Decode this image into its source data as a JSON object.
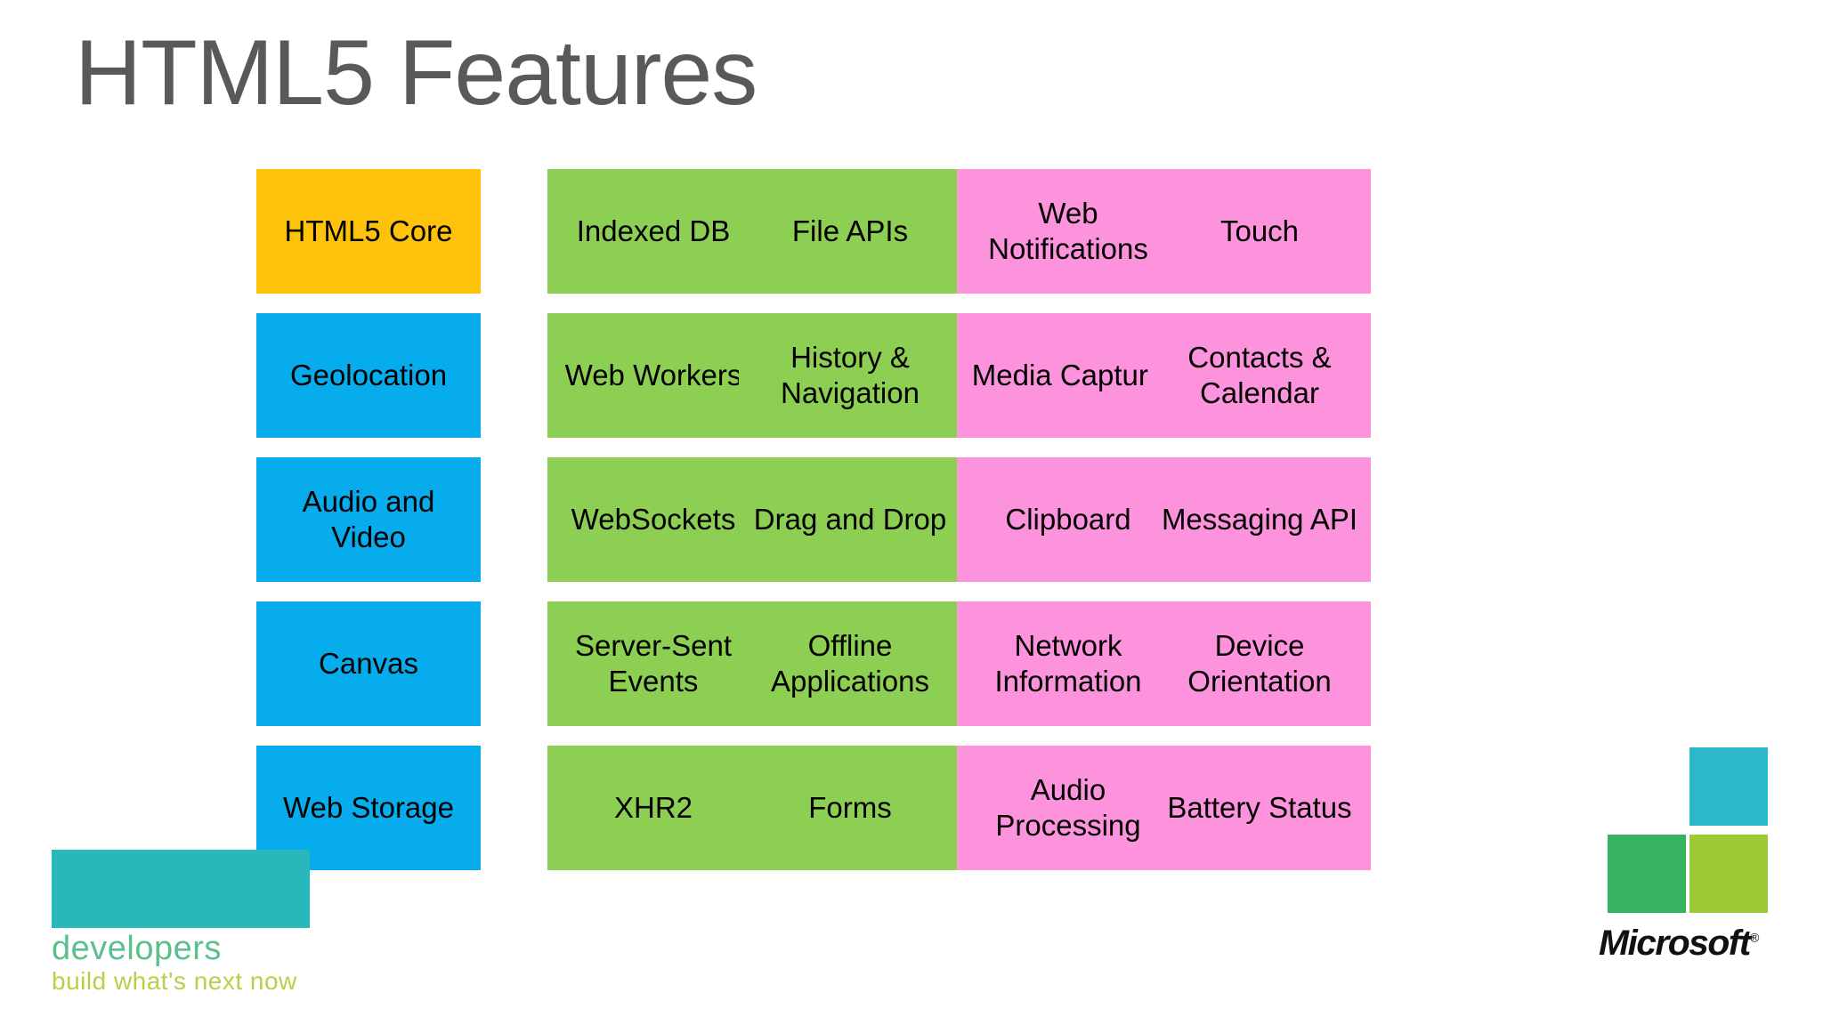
{
  "slide": {
    "title": "HTML5 Features"
  },
  "palette": {
    "orange": "#FFC20A",
    "blue": "#06ACEC",
    "green": "#8DCF52",
    "pink": "#FC93DC",
    "title_grey": "#595959",
    "background": "#FFFFFF",
    "teal": "#28B8BC",
    "developers_word_green": "#5BC08C",
    "developers_tag_lime": "#B9CF4A",
    "ms_teal": "#2BB9CA",
    "ms_green": "#35B35E",
    "ms_lime": "#9CC934"
  },
  "grid": {
    "columns": 5,
    "rows": 5,
    "tiles": [
      {
        "label": "HTML5 Core",
        "tone": "orange",
        "col": 1,
        "row": 1
      },
      {
        "label": "Geolocation",
        "tone": "blue",
        "col": 1,
        "row": 2
      },
      {
        "label": "Audio and\nVideo",
        "tone": "blue",
        "col": 1,
        "row": 3
      },
      {
        "label": "Canvas",
        "tone": "blue",
        "col": 1,
        "row": 4
      },
      {
        "label": "Web Storage",
        "tone": "blue",
        "col": 1,
        "row": 5
      },
      {
        "label": "Indexed DB",
        "tone": "green",
        "col": 2,
        "row": 1
      },
      {
        "label": "Web Workers",
        "tone": "green",
        "col": 2,
        "row": 2
      },
      {
        "label": "WebSockets",
        "tone": "green",
        "col": 2,
        "row": 3
      },
      {
        "label": "Server-Sent\nEvents",
        "tone": "green",
        "col": 2,
        "row": 4
      },
      {
        "label": "XHR2",
        "tone": "green",
        "col": 2,
        "row": 5
      },
      {
        "label": "File APIs",
        "tone": "green",
        "col": 3,
        "row": 1
      },
      {
        "label": "History &\nNavigation",
        "tone": "green",
        "col": 3,
        "row": 2
      },
      {
        "label": "Drag and Drop",
        "tone": "green",
        "col": 3,
        "row": 3
      },
      {
        "label": "Offline\nApplications",
        "tone": "green",
        "col": 3,
        "row": 4
      },
      {
        "label": "Forms",
        "tone": "green",
        "col": 3,
        "row": 5
      },
      {
        "label": "Web\nNotifications",
        "tone": "pink",
        "col": 4,
        "row": 1
      },
      {
        "label": "Media Capture",
        "tone": "pink",
        "col": 4,
        "row": 2
      },
      {
        "label": "Clipboard",
        "tone": "pink",
        "col": 4,
        "row": 3
      },
      {
        "label": "Network\nInformation",
        "tone": "pink",
        "col": 4,
        "row": 4
      },
      {
        "label": "Audio\nProcessing",
        "tone": "pink",
        "col": 4,
        "row": 5
      },
      {
        "label": "Touch",
        "tone": "pink",
        "col": 5,
        "row": 1
      },
      {
        "label": "Contacts &\nCalendar",
        "tone": "pink",
        "col": 5,
        "row": 2
      },
      {
        "label": "Messaging API",
        "tone": "pink",
        "col": 5,
        "row": 3
      },
      {
        "label": "Device\nOrientation",
        "tone": "pink",
        "col": 5,
        "row": 4
      },
      {
        "label": "Battery Status",
        "tone": "pink",
        "col": 5,
        "row": 5
      }
    ]
  },
  "developers_logo": {
    "word": "developers",
    "tagline": "build what's next now"
  },
  "microsoft_logo": {
    "wordmark": "Microsoft",
    "trademark": "®"
  }
}
